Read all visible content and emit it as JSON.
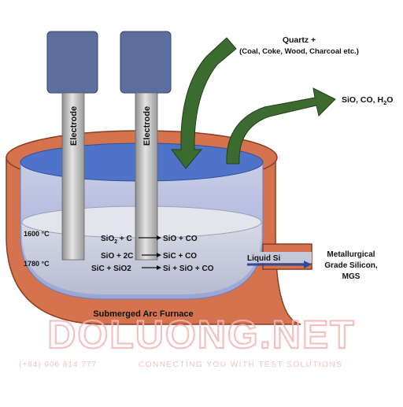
{
  "inputs": {
    "line1": "Quartz +",
    "line2": "(Coal, Coke, Wood, Charcoal etc.)"
  },
  "outputs": {
    "gases_prefix": "SiO, CO, H",
    "gases_sub": "2",
    "gases_suffix": "O"
  },
  "electrodes": [
    "Electrode",
    "Electrode"
  ],
  "temperatures": {
    "upper": "1600 °C",
    "lower": "1780 °C"
  },
  "reactions": [
    {
      "lhs_prefix": "SiO",
      "lhs_sub": "2",
      "lhs_suffix": " + C",
      "rhs": "SiO + CO"
    },
    {
      "lhs": "SiO + 2C",
      "rhs": "SiC + CO"
    },
    {
      "lhs": "SiC + SiO2",
      "rhs": "Si + SiO + CO"
    }
  ],
  "tap": {
    "label": "Liquid Si",
    "product": [
      "Metallurgical",
      "Grade Silicon,",
      "MGS"
    ]
  },
  "furnace_label": "Submerged Arc Furnace",
  "watermark": {
    "brand": "DOLUONG.NET",
    "phone": "(+84) 906 814 777",
    "tagline": "CONNECTING YOU WITH TEST SOLUTIONS"
  },
  "colors": {
    "shell": "#d5734f",
    "shell_dark": "#b9583a",
    "melt_top": "#4e73c8",
    "electrode_head": "#5b6e9e",
    "electrode_rod": "#b4b4b4",
    "arrow": "#3b6b2e",
    "liquid": "#2d4c9c",
    "watermark": "#f3b6b6"
  }
}
